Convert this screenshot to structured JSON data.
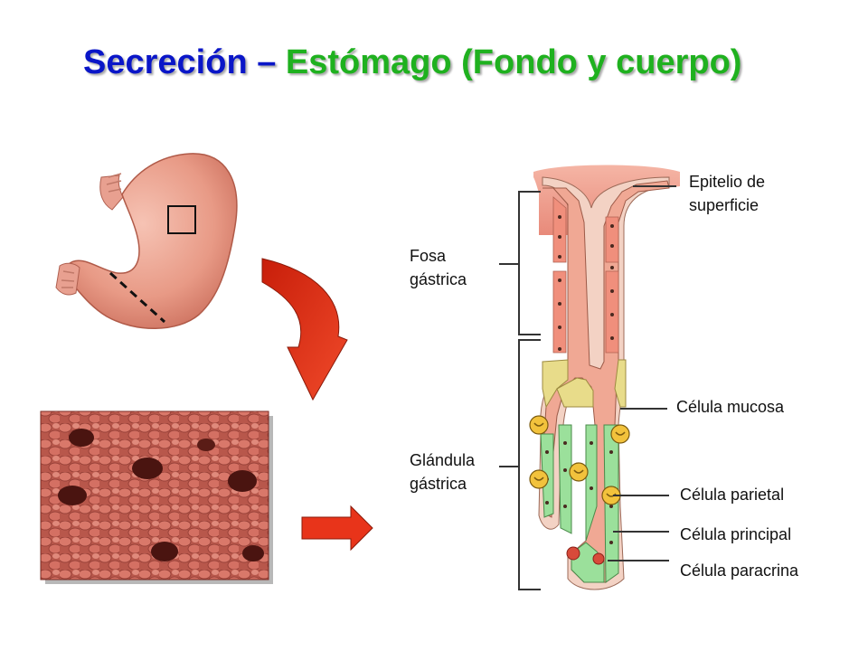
{
  "title": {
    "part1": "Secreción –",
    "part2": "Estómago (Fondo y cuerpo)"
  },
  "labels": {
    "fosa_line1": "Fosa",
    "fosa_line2": "gástrica",
    "glandula_line1": "Glándula",
    "glandula_line2": "gástrica",
    "epitelio_line1": "Epitelio de",
    "epitelio_line2": "superficie",
    "celula_mucosa": "Célula mucosa",
    "celula_parietal": "Célula parietal",
    "celula_principal": "Célula principal",
    "celula_paracrina": "Célula paracrina"
  },
  "colors": {
    "title_blue": "#0a16c8",
    "title_green": "#1fb11f",
    "stomach": "#e89a86",
    "arrow_red": "#e8341a",
    "mucosa_tissue": "#c8685c",
    "gland_pink": "#f0a894",
    "mucous_cell": "#e8dc8a",
    "chief_cell": "#9be09b",
    "parietal_cell": "#f2c23c"
  }
}
